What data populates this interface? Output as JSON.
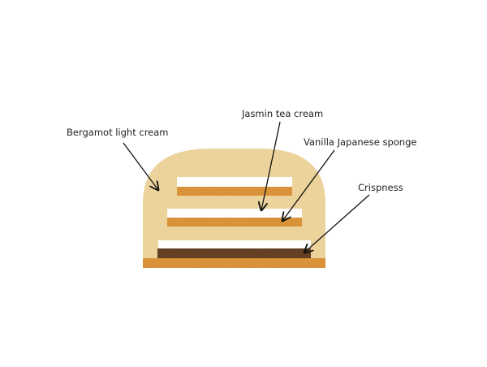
{
  "labels": {
    "bergamot": "Bergamot light cream",
    "jasmin": "Jasmin tea cream",
    "vanilla": "Vanilla Japanese sponge",
    "crispness": "Crispness"
  },
  "colors": {
    "cream": "#ecd39c",
    "sponge": "#e39a3a",
    "crisp": "#6b4424",
    "white": "#ffffff",
    "arrow": "#111111"
  }
}
